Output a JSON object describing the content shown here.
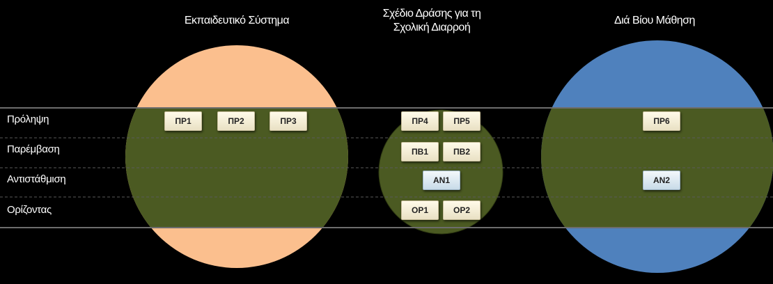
{
  "titles": {
    "left": "Εκπαιδευτικό Σύστημα",
    "center": "Σχέδιο Δράσης για τη\nΣχολική Διαρροή",
    "right": "Διά Βίου Μάθηση"
  },
  "rows": [
    "Πρόληψη",
    "Παρέμβαση",
    "Αντιστάθμιση",
    "Ορίζοντας"
  ],
  "boxes": {
    "pr1": "ΠΡ1",
    "pr2": "ΠΡ2",
    "pr3": "ΠΡ3",
    "pr4": "ΠΡ4",
    "pr5": "ΠΡ5",
    "pv1": "ΠΒ1",
    "pv2": "ΠΒ2",
    "an1": "ΑΝ1",
    "or1": "ΟΡ1",
    "or2": "ΟΡ2",
    "pr6": "ΠΡ6",
    "an2": "ΑΝ2"
  },
  "colors": {
    "band": "#4b5a22",
    "left_circle": "#fbbf8e",
    "right_circle": "#4f81bd",
    "line": "#6d6d6d"
  }
}
